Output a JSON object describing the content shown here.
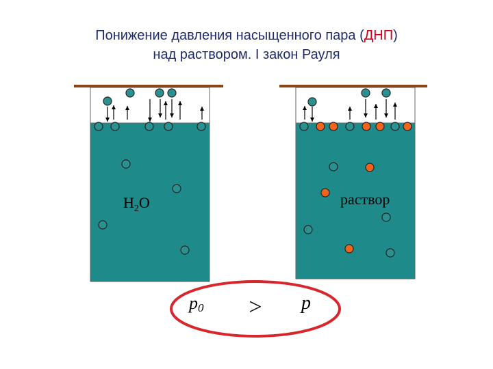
{
  "title": {
    "line1_before": "Понижение давления насыщенного пара (",
    "line1_abbr": "ДНП",
    "line1_after": ")",
    "line2": "над  раствором. I закон Рауля"
  },
  "left_vessel": {
    "label_main": "H",
    "label_sub": "2",
    "label_end": "O"
  },
  "right_vessel": {
    "label": "раствор"
  },
  "comparison": {
    "left": "p",
    "left_sub": "0",
    "sign": ">",
    "right": "p"
  },
  "colors": {
    "liquid": "#1f8a8a",
    "lid": "#8b4513",
    "solvent_molecule": "#2a9090",
    "solute_molecule": "#f2641c",
    "ellipse": "#d9262b",
    "title": "#1f2a6b",
    "title_accent": "#d0021b"
  }
}
